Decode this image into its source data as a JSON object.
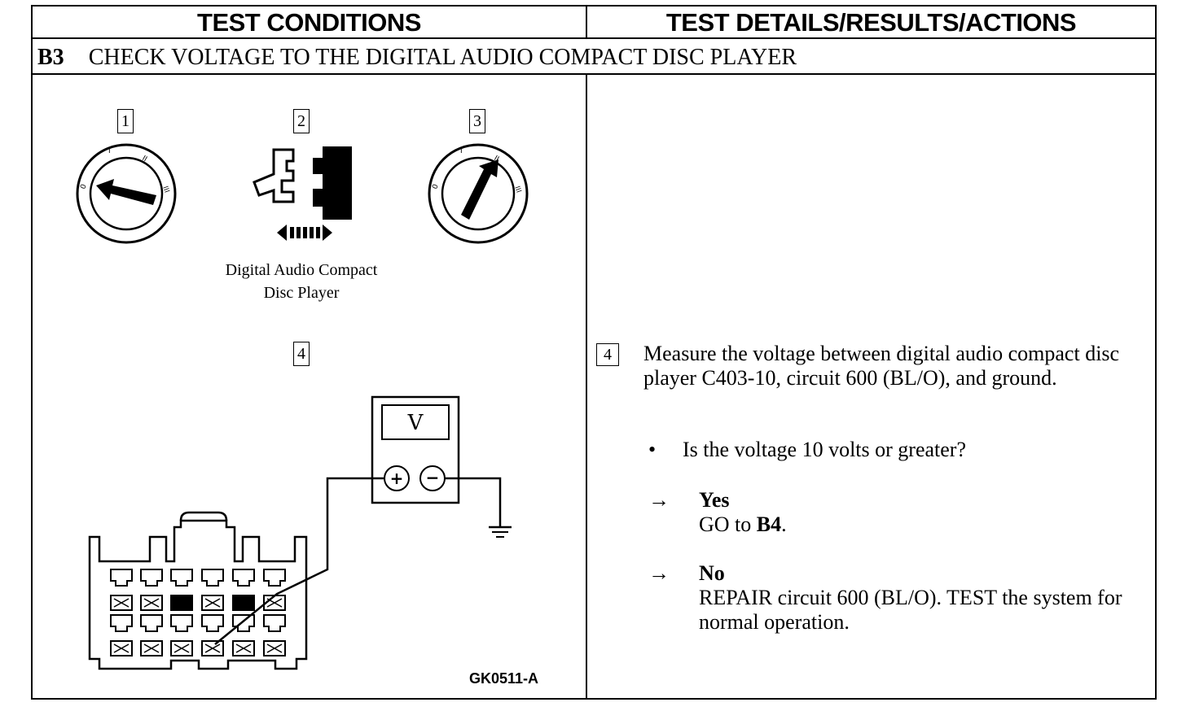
{
  "header": {
    "left": "TEST CONDITIONS",
    "right": "TEST DETAILS/RESULTS/ACTIONS"
  },
  "step": {
    "id": "B3",
    "title": "CHECK VOLTAGE TO THE DIGITAL AUDIO COMPACT DISC PLAYER"
  },
  "figure": {
    "labels": [
      "1",
      "2",
      "3",
      "4"
    ],
    "caption_line1": "Digital Audio Compact",
    "caption_line2": "Disc Player",
    "meter_symbol": "V",
    "figure_id": "GK0511-A"
  },
  "details": {
    "step_number": "4",
    "instruction": "Measure the voltage between digital audio compact disc player C403-10, circuit 600 (BL/O), and ground.",
    "bullet": "•",
    "question": "Is the voltage 10 volts or greater?",
    "arrow": "→",
    "yes_label": "Yes",
    "yes_action_prefix": "GO to ",
    "yes_action_target": "B4",
    "yes_action_suffix": ".",
    "no_label": "No",
    "no_action": "REPAIR circuit 600 (BL/O). TEST the system for normal operation."
  }
}
